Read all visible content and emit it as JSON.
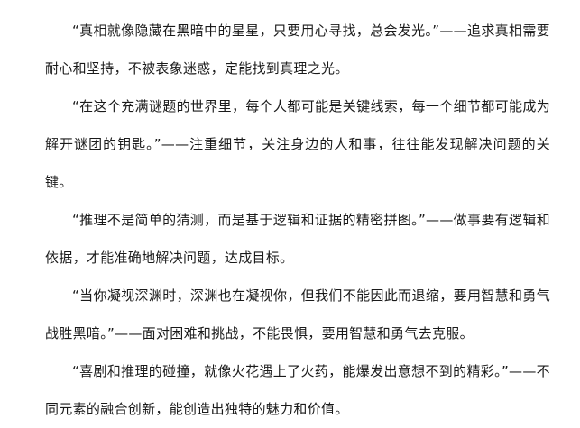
{
  "document": {
    "paragraphs": [
      "“真相就像隐藏在黑暗中的星星，只要用心寻找，总会发光。”——追求真相需要耐心和坚持，不被表象迷惑，定能找到真理之光。",
      "“在这个充满谜题的世界里，每个人都可能是关键线索，每一个细节都可能成为解开谜团的钥匙。”——注重细节，关注身边的人和事，往往能发现解决问题的关键。",
      "“推理不是简单的猜测，而是基于逻辑和证据的精密拼图。”——做事要有逻辑和依据，才能准确地解决问题，达成目标。",
      "“当你凝视深渊时，深渊也在凝视你，但我们不能因此而退缩，要用智慧和勇气战胜黑暗。”——面对困难和挑战，不能畏惧，要用智慧和勇气去克服。",
      "“喜剧和推理的碰撞，就像火花遇上了火药，能爆发出意想不到的精彩。”——不同元素的融合创新，能创造出独特的魅力和价值。"
    ]
  }
}
